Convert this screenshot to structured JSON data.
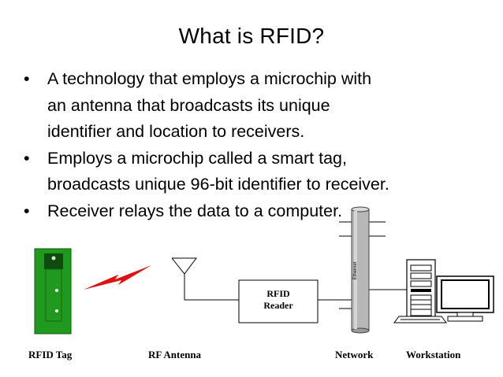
{
  "slide": {
    "title": "What is RFID?",
    "bullets": [
      {
        "lines": [
          "A technology that employs a microchip with",
          "an antenna that broadcasts its unique",
          "identifier and location to receivers."
        ]
      },
      {
        "lines": [
          "Employs a microchip called a smart tag,",
          "broadcasts unique 96-bit identifier to receiver."
        ]
      },
      {
        "lines": [
          "Receiver relays the data to a computer."
        ]
      }
    ],
    "bullet_char": "•"
  },
  "diagram": {
    "reader_line1": "RFID",
    "reader_line2": "Reader",
    "ethernet_label": "Ethernet",
    "labels": {
      "tag": "RFID Tag",
      "antenna": "RF Antenna",
      "network": "Network",
      "workstation": "Workstation"
    },
    "colors": {
      "tag_green": "#1f9a1f",
      "lightning_red": "#e01010",
      "network_gray": "#b7b7b7"
    }
  }
}
